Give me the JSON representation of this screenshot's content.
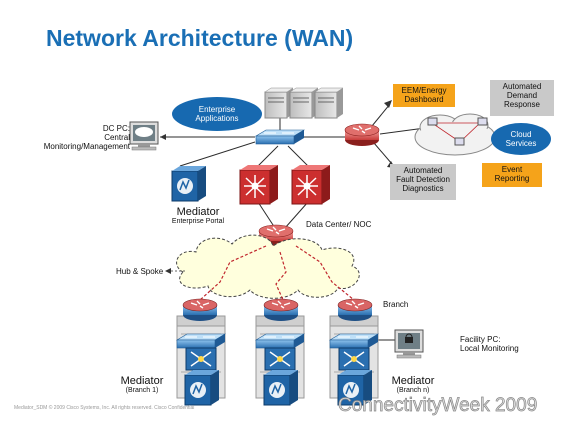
{
  "title": "Network Architecture (WAN)",
  "labels": {
    "enterprise_apps": "Enterprise\nApplications",
    "dc_pc": "DC PC:\nCentral\nMonitoring/Management",
    "eem_dashboard": "EEM/Energy\nDashboard",
    "automated_demand": "Automated\nDemand\nResponse",
    "cloud_services": "Cloud\nServices",
    "fault_detection": "Automated\nFault Detection\nDiagnostics",
    "event_reporting": "Event\nReporting",
    "mediator_top": "Mediator",
    "mediator_top_sub": "Enterprise Portal",
    "data_center": "Data Center/ NOC",
    "hub_spoke": "Hub & Spoke",
    "branch": "Branch",
    "facility_pc": "Facility PC:\nLocal Monitoring",
    "mediator_b1": "Mediator",
    "mediator_b1_sub": "(Branch 1)",
    "mediator_bn": "Mediator",
    "mediator_bn_sub": "(Branch n)"
  },
  "colors": {
    "title": "#1a6fb5",
    "ellipse": "#1769b0",
    "orange_box": "#f5a31a",
    "gray_box": "#c9c9c9",
    "router": "#d9534f",
    "switch": "#2f7cc0",
    "red_dashed": "#c0262d"
  },
  "footer": "Mediator_SDM        © 2009 Cisco Systems, Inc. All rights reserved.        Cisco Confidential",
  "watermark": "ConnectivityWeek 2009"
}
